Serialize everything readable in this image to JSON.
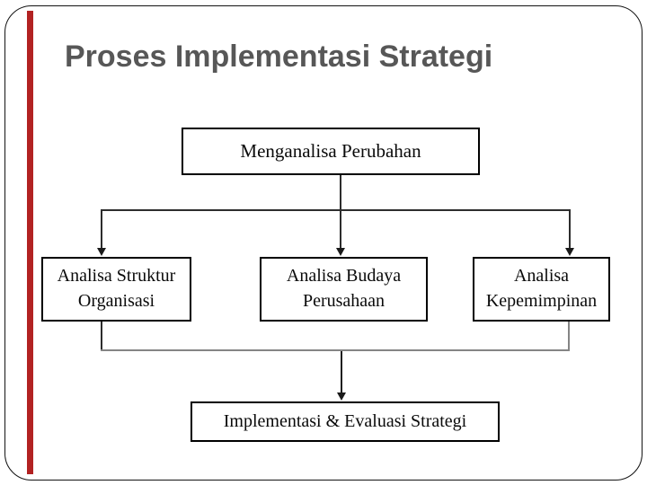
{
  "slide": {
    "title": "Proses Implementasi Strategi"
  },
  "diagram": {
    "top_box": {
      "label": "Menganalisa Perubahan"
    },
    "middle_boxes": [
      {
        "line1": "Analisa Struktur",
        "line2": "Organisasi"
      },
      {
        "line1": "Analisa Budaya",
        "line2": "Perusahaan"
      },
      {
        "line1": "Analisa",
        "line2": "Kepemimpinan"
      }
    ],
    "bottom_box": {
      "label": "Implementasi & Evaluasi Strategi"
    },
    "flow": [
      "Menganalisa Perubahan -> Analisa Struktur Organisasi",
      "Menganalisa Perubahan -> Analisa Budaya Perusahaan",
      "Menganalisa Perubahan -> Analisa Kepemimpinan",
      "Analisa Struktur Organisasi -> Implementasi & Evaluasi Strategi",
      "Analisa Kepemimpinan -> Implementasi & Evaluasi Strategi"
    ]
  },
  "colors": {
    "title_text": "#575757",
    "accent_bar": "#b22222",
    "box_border": "#000000",
    "connector_dark": "#2d2d2d",
    "connector_light": "#858585",
    "slide_border": "#141414",
    "background": "#ffffff"
  }
}
